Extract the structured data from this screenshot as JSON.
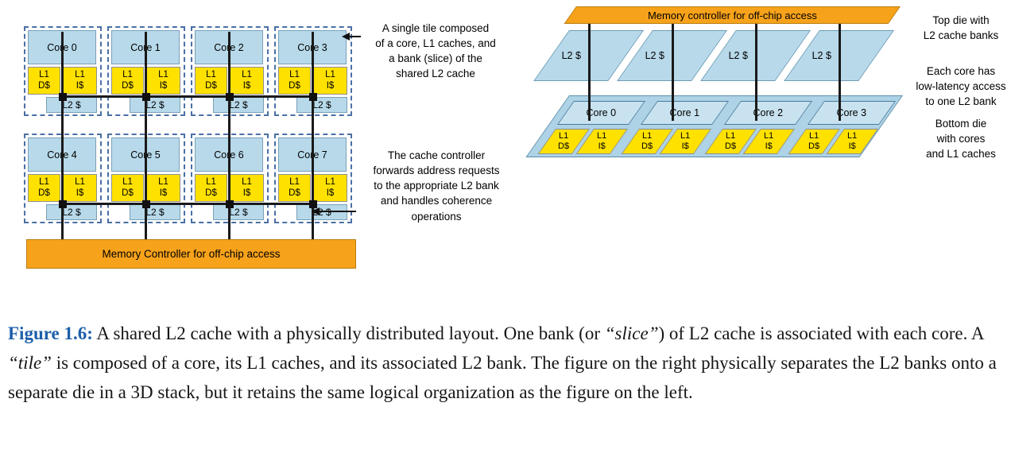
{
  "colors": {
    "tile_blue": "#b7d9ea",
    "l1_yellow": "#ffe100",
    "controller_orange": "#f7a21b",
    "figure_label_blue": "#1d5fa9"
  },
  "labels": {
    "l1d": "L1\nD$",
    "l1i": "L1\nI$",
    "l2": "L2 $"
  },
  "left_diagram": {
    "cores": [
      "Core 0",
      "Core 1",
      "Core 2",
      "Core 3",
      "Core 4",
      "Core 5",
      "Core 6",
      "Core 7"
    ],
    "memory_controller": "Memory Controller for off-chip access"
  },
  "right_diagram": {
    "memory_controller": "Memory controller for off-chip access",
    "cores": [
      "Core 0",
      "Core 1",
      "Core 2",
      "Core 3"
    ]
  },
  "annotations": {
    "single_tile": "A single tile composed\nof a core, L1 caches, and\na bank (slice) of the\nshared L2 cache",
    "cache_controller": "The cache controller\nforwards address requests\nto the appropriate L2 bank\nand handles coherence\noperations",
    "top_die": "Top die with\nL2 cache banks",
    "low_latency": "Each core has\nlow-latency access\nto one L2 bank",
    "bottom_die": "Bottom die\nwith cores\nand L1 caches"
  },
  "caption": {
    "label": "Figure 1.6:",
    "s1": " A shared L2 cache with a physically distributed layout. One bank (or ",
    "q1": "“slice”",
    "s2": ") of L2 cache is associated with each core. A ",
    "q2": "“tile”",
    "s3": " is composed of a core, its L1 caches, and its associated L2 bank. The figure on the right physically separates the L2 banks onto a separate die in a 3D stack, but it retains the same logical organization as the figure on the left."
  }
}
